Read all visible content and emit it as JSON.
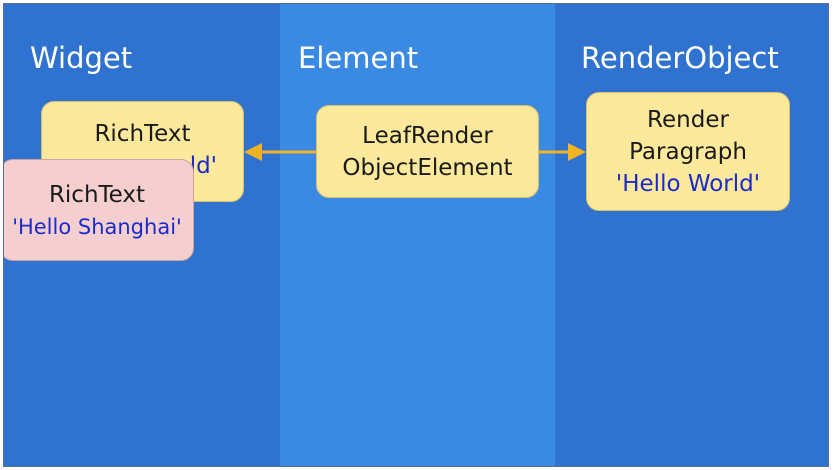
{
  "columns": {
    "widget": "Widget",
    "element": "Element",
    "render_object": "RenderObject"
  },
  "boxes": {
    "widget_old": {
      "title": "RichText",
      "value_fragment": "ld'"
    },
    "widget_new": {
      "title": "RichText",
      "value": "'Hello Shanghai'"
    },
    "element": {
      "line1": "LeafRender",
      "line2": "ObjectElement"
    },
    "render_object": {
      "line1": "Render",
      "line2": "Paragraph",
      "value": "'Hello World'"
    }
  },
  "colors": {
    "background": "#2f72cf",
    "element_column": "#3a89e2",
    "box_yellow": "#fde99b",
    "box_pink": "#f5cfcf",
    "arrow": "#f0b323",
    "value_text": "#1a2bcc"
  }
}
